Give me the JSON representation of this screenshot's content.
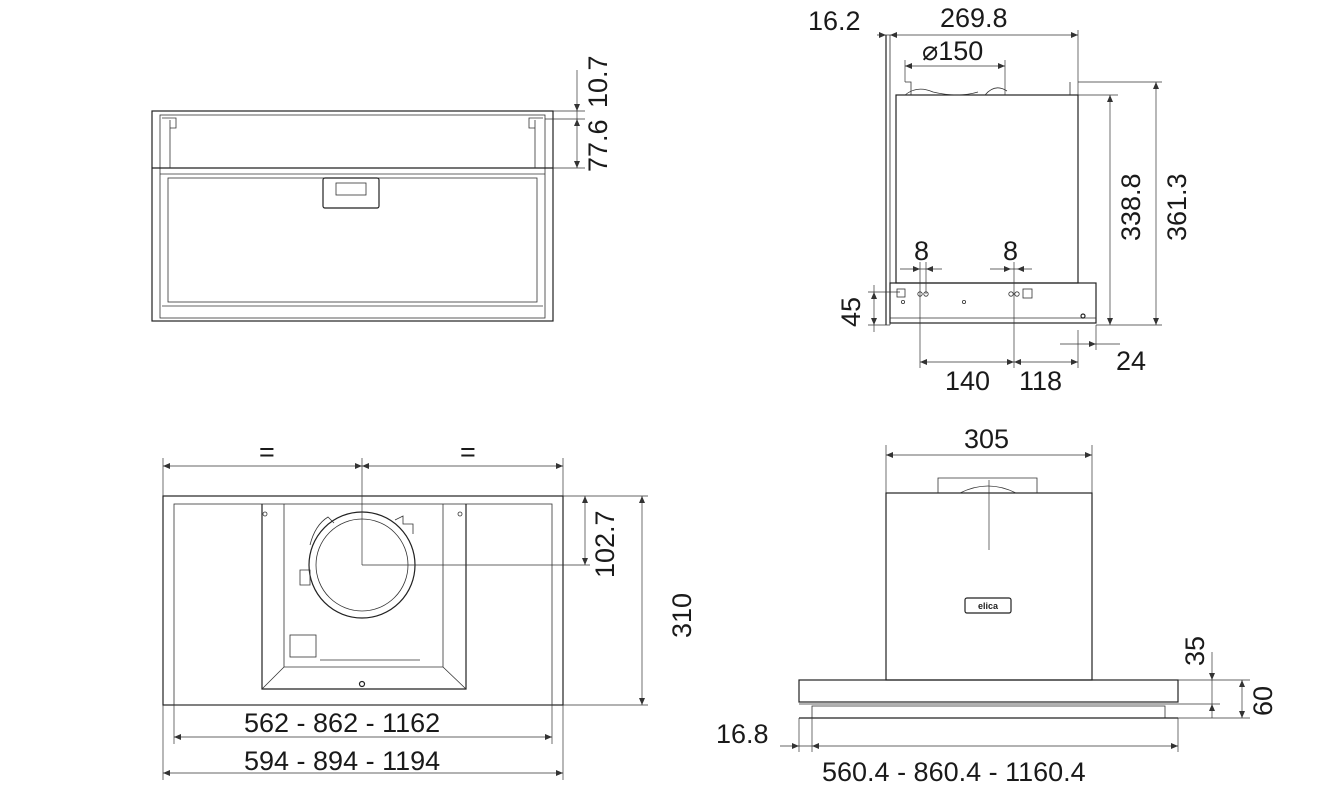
{
  "dimensions": {
    "front_view": {
      "top_gap": "10.7",
      "handle_height": "77.6"
    },
    "side_view": {
      "back_offset": "16.2",
      "depth_top": "269.8",
      "duct_diameter": "⌀150",
      "height_body": "338.8",
      "height_total": "361.3",
      "hole_left": "8",
      "hole_right": "8",
      "bottom_height": "45",
      "hole_spacing": "140",
      "hole_front": "118",
      "front_lip": "24"
    },
    "top_view": {
      "equal_left": "=",
      "equal_right": "=",
      "duct_offset": "102.7",
      "depth": "310",
      "inner_widths": "562 - 862 - 1162",
      "outer_widths": "594 - 894 - 1194"
    },
    "rear_view": {
      "chimney_width": "305",
      "panel_height": "35",
      "total_lip_height": "60",
      "side_offset": "16.8",
      "widths": "560.4 - 860.4 - 1160.4"
    }
  },
  "logo_text": "elica"
}
